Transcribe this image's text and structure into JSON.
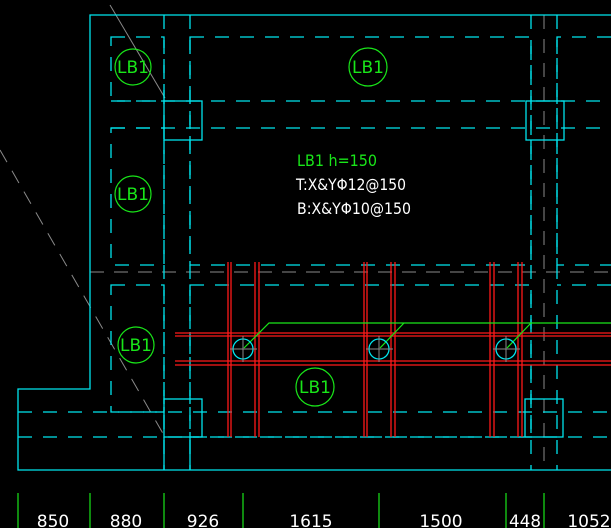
{
  "drawing": {
    "slab_tags": [
      "LB1",
      "LB1",
      "LB1",
      "LB1",
      "LB1"
    ],
    "slab_note": {
      "title": "LB1 h=150",
      "top_rebar": "T:X&YΦ12@150",
      "bottom_rebar": "B:X&YΦ10@150"
    },
    "dimensions": [
      "850",
      "880",
      "926",
      "1615",
      "1500",
      "448",
      "1052"
    ],
    "colors": {
      "background": "#000000",
      "wall": "#00e5ee",
      "rebar": "#ff1a1a",
      "annotation": "#19e619",
      "axis": "#8a8a8a",
      "text": "#ffffff"
    }
  }
}
